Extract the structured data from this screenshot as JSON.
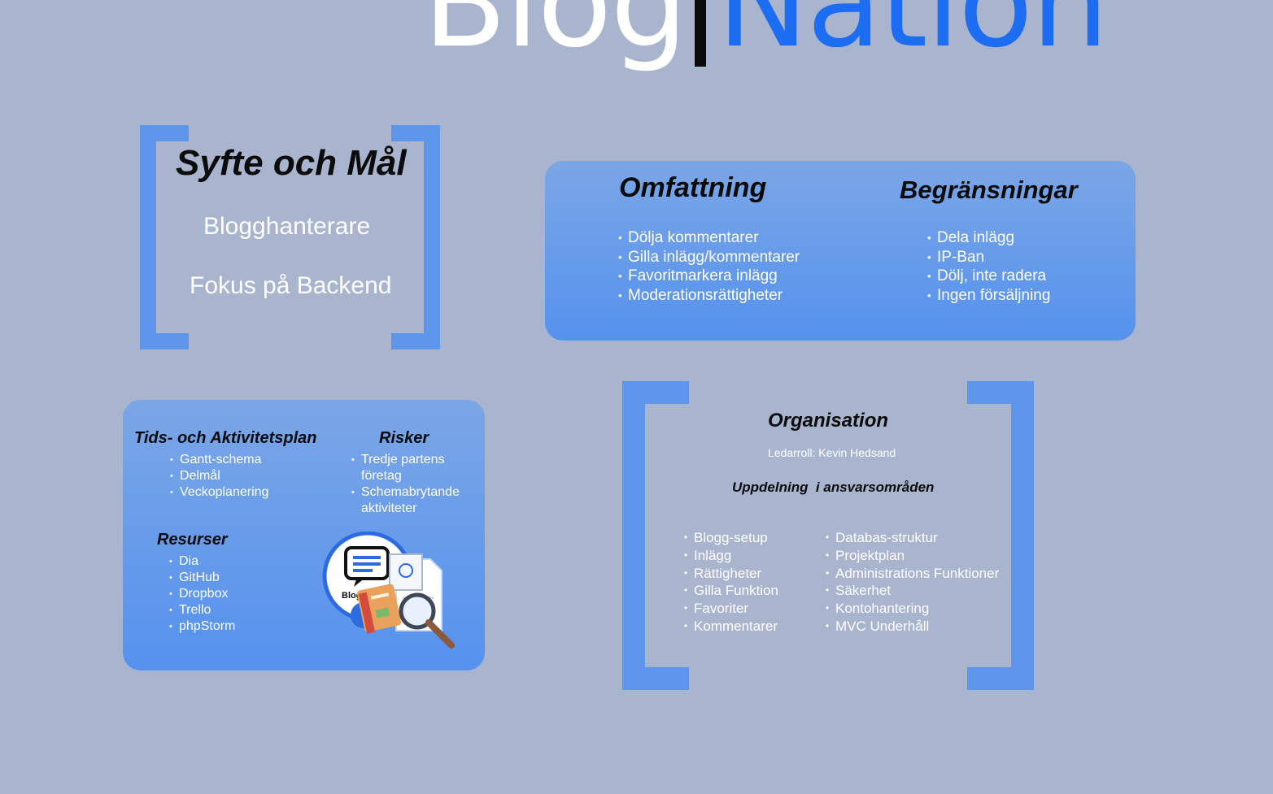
{
  "title": {
    "part1": "Blog",
    "part2": "Nation"
  },
  "syfte": {
    "heading": "Syfte och Mål",
    "line1": "Blogghanterare",
    "line2": "Fokus på Backend"
  },
  "scope": {
    "omfattning": {
      "heading": "Omfattning",
      "items": [
        "Dölja kommentarer",
        "Gilla inlägg/kommentarer",
        "Favoritmarkera inlägg",
        "Moderationsrättigheter"
      ]
    },
    "begransningar": {
      "heading": "Begränsningar",
      "items": [
        "Dela inlägg",
        "IP-Ban",
        "Dölj, inte radera",
        "Ingen försäljning"
      ]
    }
  },
  "plan": {
    "tids": {
      "heading": "Tids- och Aktivitetsplan",
      "items": [
        "Gantt-schema",
        "Delmål",
        "Veckoplanering"
      ]
    },
    "risker": {
      "heading": "Risker",
      "items": [
        [
          "Tredje partens",
          "företag"
        ],
        [
          "Schemabrytande",
          "aktiviteter"
        ]
      ]
    },
    "resurser": {
      "heading": "Resurser",
      "items": [
        "Dia",
        "GitHub",
        "Dropbox",
        "Trello",
        "phpStorm"
      ]
    },
    "illustration_text": "BlogN"
  },
  "organisation": {
    "heading": "Organisation",
    "leader": "Ledarroll: Kevin Hedsand",
    "subheading": "Uppdelning  i ansvarsområden",
    "left_items": [
      "Blogg-setup",
      "Inlägg",
      "Rättigheter",
      "Gilla Funktion",
      "Favoriter",
      "Kommentarer"
    ],
    "right_items": [
      "Databas-struktur",
      "Projektplan",
      "Administrations Funktioner",
      "Säkerhet",
      "Kontohantering",
      "MVC Underhåll"
    ]
  },
  "colors": {
    "background": "#a9b5cf",
    "accent": "#5d96ea",
    "title_blue": "#1c6df2"
  }
}
